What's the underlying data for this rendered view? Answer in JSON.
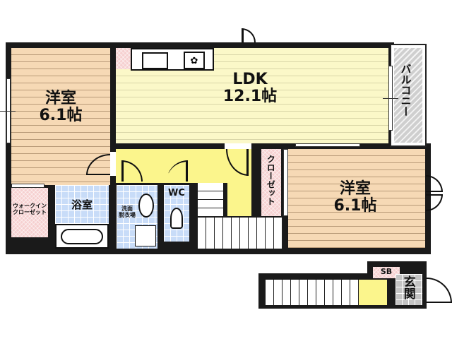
{
  "floor_plan": {
    "rooms": [
      {
        "id": "western-room-1",
        "name": "洋室",
        "size": "6.1帖"
      },
      {
        "id": "ldk",
        "name": "LDK",
        "size": "12.1帖"
      },
      {
        "id": "balcony",
        "name": "バルコニー"
      },
      {
        "id": "western-room-2",
        "name": "洋室",
        "size": "6.1帖"
      },
      {
        "id": "closet",
        "name": "クローゼット"
      },
      {
        "id": "walk-in-closet",
        "name_line1": "ウォークイン",
        "name_line2": "クローゼット"
      },
      {
        "id": "bathroom",
        "name": "浴室"
      },
      {
        "id": "washroom",
        "name_line1": "洗面",
        "name_line2": "脱衣場"
      },
      {
        "id": "toilet",
        "name": "WC"
      },
      {
        "id": "shoe-box",
        "name": "SB"
      },
      {
        "id": "entrance",
        "name": "玄関"
      }
    ],
    "colors": {
      "wall": "#1a1a1a",
      "wood_floor": "#f6d9b5",
      "ldk_floor": "#fbf8c8",
      "hallway": "#fbf58c",
      "tile": "#c8dcf8",
      "closet": "#f6d0d0",
      "balcony": "#cfcfcf",
      "entrance": "#c4c4c4"
    }
  }
}
